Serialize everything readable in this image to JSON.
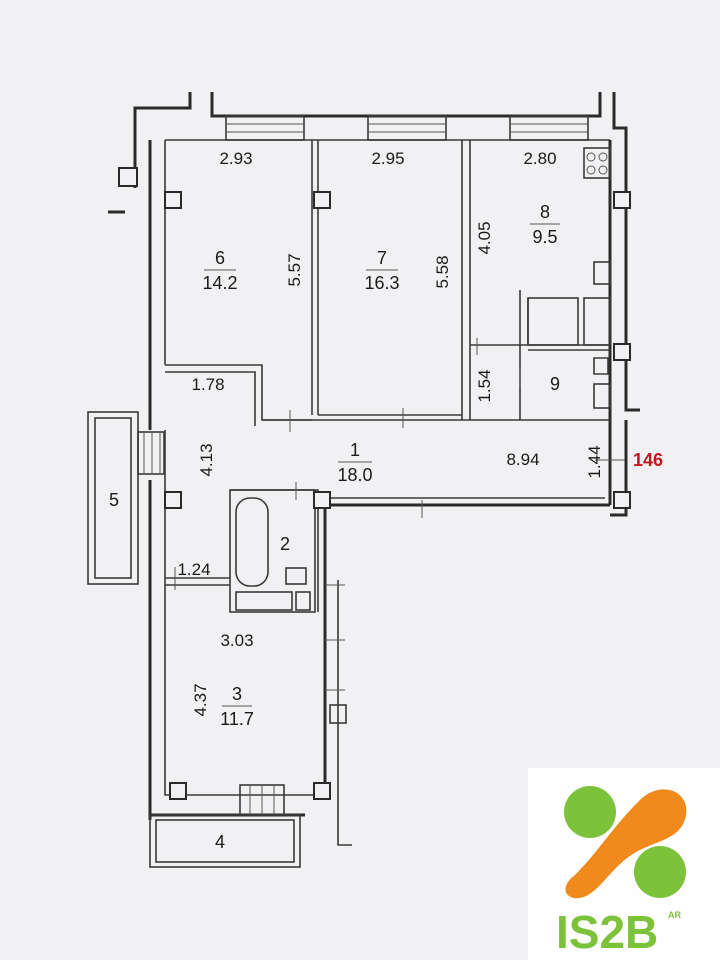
{
  "plan": {
    "flat_number": "146",
    "rooms": [
      {
        "id": "1",
        "area": "18.0"
      },
      {
        "id": "2"
      },
      {
        "id": "3",
        "area": "11.7"
      },
      {
        "id": "4"
      },
      {
        "id": "5"
      },
      {
        "id": "6",
        "area": "14.2"
      },
      {
        "id": "7",
        "area": "16.3"
      },
      {
        "id": "8",
        "area": "9.5"
      },
      {
        "id": "9"
      }
    ],
    "dimensions": [
      "2.93",
      "2.95",
      "2.80",
      "5.57",
      "5.58",
      "4.05",
      "1.78",
      "1.54",
      "4.13",
      "8.94",
      "1.44",
      "1.24",
      "3.03",
      "4.37"
    ]
  },
  "watermark": {
    "brand": "IS2B",
    "suffix": "AR"
  },
  "colors": {
    "flat_number": "#c4161c",
    "logo_green": "#7cc23a",
    "logo_orange": "#f08a1c"
  }
}
